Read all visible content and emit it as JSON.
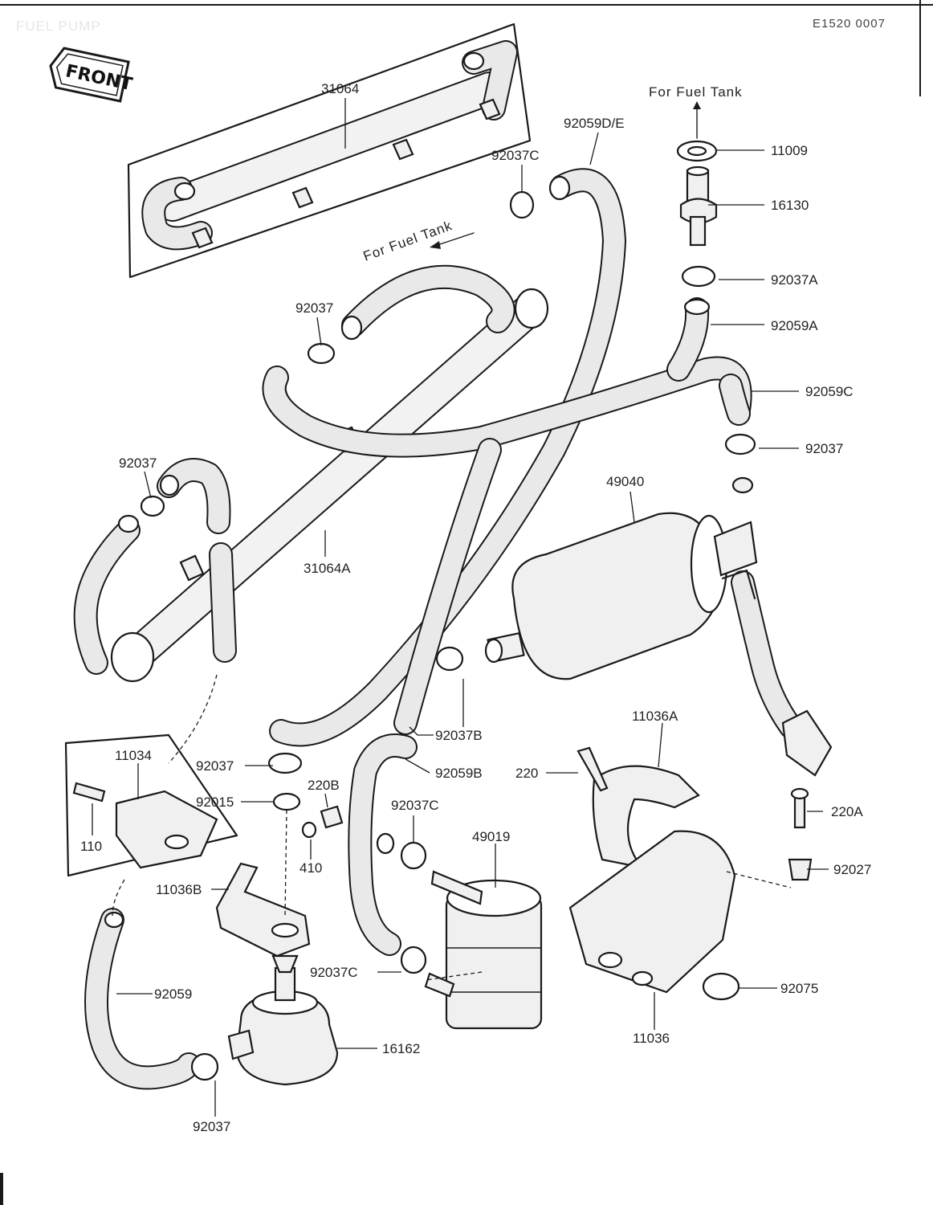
{
  "header": {
    "title": "FUEL PUMP",
    "ref_code": "E1520 0007"
  },
  "front_tag": "FRONT",
  "notes": {
    "fuel_tank_top": "For Fuel Tank",
    "fuel_tank_left": "For Fuel Tank"
  },
  "parts": {
    "p31064": "31064",
    "p31064A": "31064A",
    "p92059DE": "92059D/E",
    "p92037C_top": "92037C",
    "p11009": "11009",
    "p16130": "16130",
    "p92037A": "92037A",
    "p92059A": "92059A",
    "p92037_mid": "92037",
    "p92059C": "92059C",
    "p92037_right": "92037",
    "p92037_left": "92037",
    "p49040": "49040",
    "p11036A": "11036A",
    "p220": "220",
    "p220A": "220A",
    "p92027": "92027",
    "p92037B": "92037B",
    "p92059B": "92059B",
    "p11034": "11034",
    "p92037_clamp": "92037",
    "p92015": "92015",
    "p220B": "220B",
    "p110": "110",
    "p410": "410",
    "p11036B": "11036B",
    "p92037C_mid": "92037C",
    "p49019": "49019",
    "p92037C_low": "92037C",
    "p92075": "92075",
    "p11036": "11036",
    "p92059": "92059",
    "p16162": "16162",
    "p92037_bottom": "92037"
  }
}
